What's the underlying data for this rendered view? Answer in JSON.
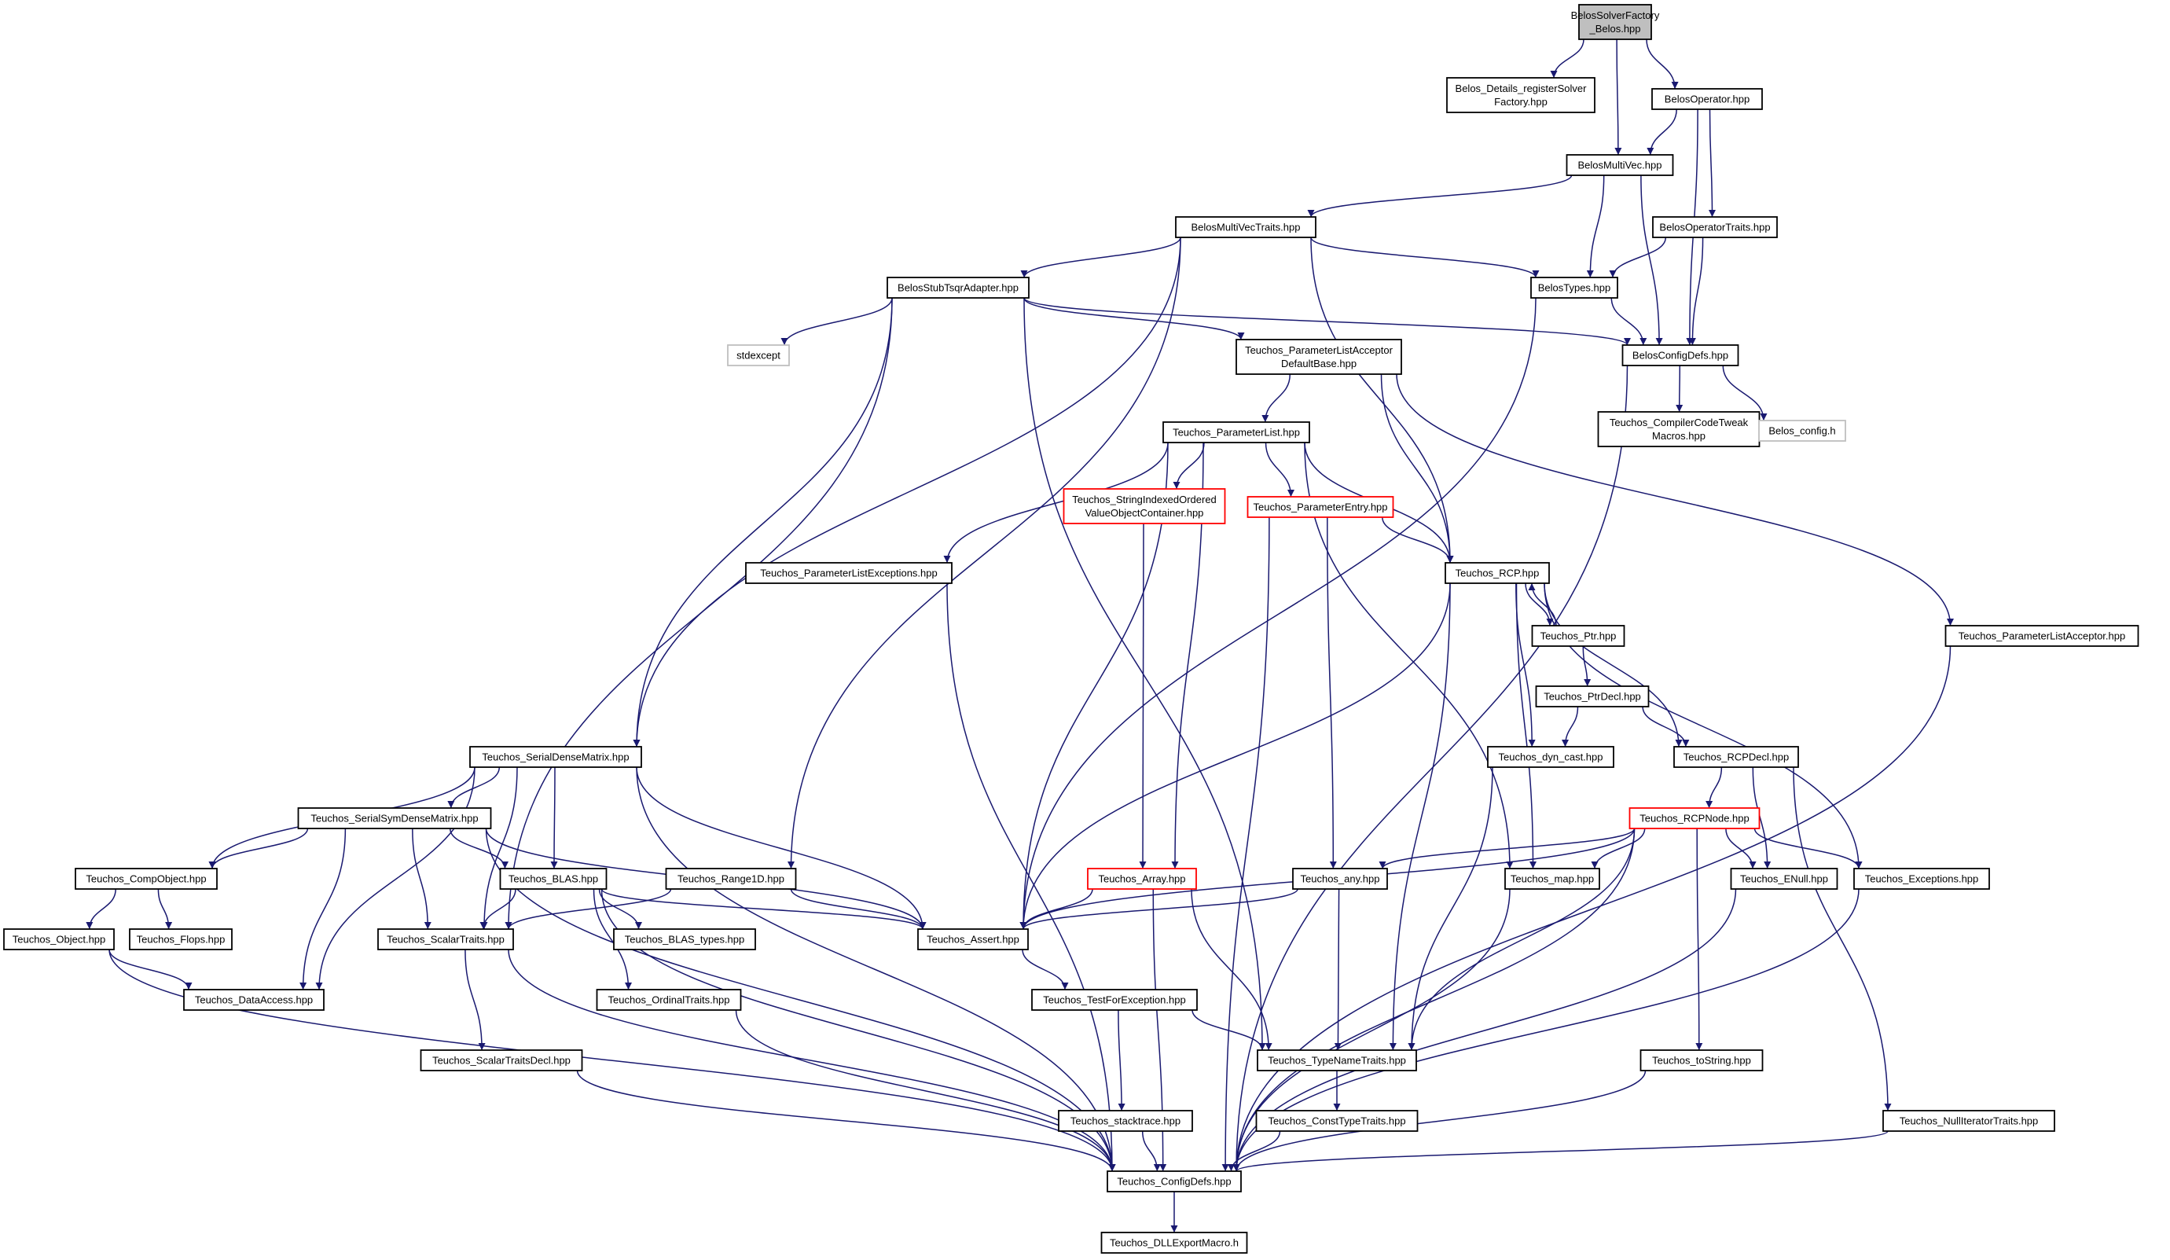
{
  "colors": {
    "edge": "#191970",
    "node_border": "#000000",
    "missing_border": "#bfbfbf",
    "truncated_border": "#ff0000",
    "root_fill": "#bfbfbf",
    "node_fill": "#ffffff",
    "missing_text": "#555555"
  },
  "graph": {
    "nodes": [
      {
        "id": "root",
        "lines": [
          "BelosSolverFactory",
          "_Belos.hpp"
        ],
        "style": "root"
      },
      {
        "id": "registerSolver",
        "lines": [
          "Belos_Details_registerSolver",
          "Factory.hpp"
        ],
        "style": "normal"
      },
      {
        "id": "BelosOperator",
        "lines": [
          "BelosOperator.hpp"
        ],
        "style": "normal"
      },
      {
        "id": "BelosMultiVec",
        "lines": [
          "BelosMultiVec.hpp"
        ],
        "style": "normal"
      },
      {
        "id": "BelosMultiVecTraits",
        "lines": [
          "BelosMultiVecTraits.hpp"
        ],
        "style": "normal"
      },
      {
        "id": "BelosOperatorTraits",
        "lines": [
          "BelosOperatorTraits.hpp"
        ],
        "style": "normal"
      },
      {
        "id": "BelosStubTsqrAdapter",
        "lines": [
          "BelosStubTsqrAdapter.hpp"
        ],
        "style": "normal"
      },
      {
        "id": "BelosTypes",
        "lines": [
          "BelosTypes.hpp"
        ],
        "style": "normal"
      },
      {
        "id": "stdexcept",
        "lines": [
          "stdexcept"
        ],
        "style": "missing"
      },
      {
        "id": "PLADefaultBase",
        "lines": [
          "Teuchos_ParameterListAcceptor",
          "DefaultBase.hpp"
        ],
        "style": "normal"
      },
      {
        "id": "BelosConfigDefs",
        "lines": [
          "BelosConfigDefs.hpp"
        ],
        "style": "normal"
      },
      {
        "id": "CompilerCodeTweak",
        "lines": [
          "Teuchos_CompilerCodeTweak",
          "Macros.hpp"
        ],
        "style": "normal"
      },
      {
        "id": "Belos_config",
        "lines": [
          "Belos_config.h"
        ],
        "style": "missing"
      },
      {
        "id": "ParameterList",
        "lines": [
          "Teuchos_ParameterList.hpp"
        ],
        "style": "normal"
      },
      {
        "id": "StringIndexed",
        "lines": [
          "Teuchos_StringIndexedOrdered",
          "ValueObjectContainer.hpp"
        ],
        "style": "truncated"
      },
      {
        "id": "ParameterEntry",
        "lines": [
          "Teuchos_ParameterEntry.hpp"
        ],
        "style": "truncated"
      },
      {
        "id": "PLExceptions",
        "lines": [
          "Teuchos_ParameterListExceptions.hpp"
        ],
        "style": "normal"
      },
      {
        "id": "RCP",
        "lines": [
          "Teuchos_RCP.hpp"
        ],
        "style": "normal"
      },
      {
        "id": "Ptr",
        "lines": [
          "Teuchos_Ptr.hpp"
        ],
        "style": "normal"
      },
      {
        "id": "PLAcceptor",
        "lines": [
          "Teuchos_ParameterListAcceptor.hpp"
        ],
        "style": "normal"
      },
      {
        "id": "PtrDecl",
        "lines": [
          "Teuchos_PtrDecl.hpp"
        ],
        "style": "normal"
      },
      {
        "id": "SerialDenseMatrix",
        "lines": [
          "Teuchos_SerialDenseMatrix.hpp"
        ],
        "style": "normal"
      },
      {
        "id": "dyn_cast",
        "lines": [
          "Teuchos_dyn_cast.hpp"
        ],
        "style": "normal"
      },
      {
        "id": "RCPDecl",
        "lines": [
          "Teuchos_RCPDecl.hpp"
        ],
        "style": "normal"
      },
      {
        "id": "SerialSym",
        "lines": [
          "Teuchos_SerialSymDenseMatrix.hpp"
        ],
        "style": "normal"
      },
      {
        "id": "RCPNode",
        "lines": [
          "Teuchos_RCPNode.hpp"
        ],
        "style": "truncated"
      },
      {
        "id": "CompObject",
        "lines": [
          "Teuchos_CompObject.hpp"
        ],
        "style": "normal"
      },
      {
        "id": "BLAS",
        "lines": [
          "Teuchos_BLAS.hpp"
        ],
        "style": "normal"
      },
      {
        "id": "Range1D",
        "lines": [
          "Teuchos_Range1D.hpp"
        ],
        "style": "normal"
      },
      {
        "id": "Array",
        "lines": [
          "Teuchos_Array.hpp"
        ],
        "style": "truncated"
      },
      {
        "id": "any",
        "lines": [
          "Teuchos_any.hpp"
        ],
        "style": "normal"
      },
      {
        "id": "map",
        "lines": [
          "Teuchos_map.hpp"
        ],
        "style": "normal"
      },
      {
        "id": "ENull",
        "lines": [
          "Teuchos_ENull.hpp"
        ],
        "style": "normal"
      },
      {
        "id": "Exceptions",
        "lines": [
          "Teuchos_Exceptions.hpp"
        ],
        "style": "normal"
      },
      {
        "id": "Object",
        "lines": [
          "Teuchos_Object.hpp"
        ],
        "style": "normal"
      },
      {
        "id": "Flops",
        "lines": [
          "Teuchos_Flops.hpp"
        ],
        "style": "normal"
      },
      {
        "id": "ScalarTraits",
        "lines": [
          "Teuchos_ScalarTraits.hpp"
        ],
        "style": "normal"
      },
      {
        "id": "BLAS_types",
        "lines": [
          "Teuchos_BLAS_types.hpp"
        ],
        "style": "normal"
      },
      {
        "id": "Assert",
        "lines": [
          "Teuchos_Assert.hpp"
        ],
        "style": "normal"
      },
      {
        "id": "DataAccess",
        "lines": [
          "Teuchos_DataAccess.hpp"
        ],
        "style": "normal"
      },
      {
        "id": "OrdinalTraits",
        "lines": [
          "Teuchos_OrdinalTraits.hpp"
        ],
        "style": "normal"
      },
      {
        "id": "TestForException",
        "lines": [
          "Teuchos_TestForException.hpp"
        ],
        "style": "normal"
      },
      {
        "id": "ScalarTraitsDecl",
        "lines": [
          "Teuchos_ScalarTraitsDecl.hpp"
        ],
        "style": "normal"
      },
      {
        "id": "TypeNameTraits",
        "lines": [
          "Teuchos_TypeNameTraits.hpp"
        ],
        "style": "normal"
      },
      {
        "id": "toString",
        "lines": [
          "Teuchos_toString.hpp"
        ],
        "style": "normal"
      },
      {
        "id": "stacktrace",
        "lines": [
          "Teuchos_stacktrace.hpp"
        ],
        "style": "normal"
      },
      {
        "id": "ConstTypeTraits",
        "lines": [
          "Teuchos_ConstTypeTraits.hpp"
        ],
        "style": "normal"
      },
      {
        "id": "NullIteratorTraits",
        "lines": [
          "Teuchos_NullIteratorTraits.hpp"
        ],
        "style": "normal"
      },
      {
        "id": "ConfigDefs",
        "lines": [
          "Teuchos_ConfigDefs.hpp"
        ],
        "style": "normal"
      },
      {
        "id": "DLLExport",
        "lines": [
          "Teuchos_DLLExportMacro.h"
        ],
        "style": "normal"
      }
    ],
    "edges": [
      [
        "root",
        "registerSolver"
      ],
      [
        "root",
        "BelosMultiVec"
      ],
      [
        "root",
        "BelosOperator"
      ],
      [
        "BelosOperator",
        "BelosMultiVec"
      ],
      [
        "BelosOperator",
        "BelosOperatorTraits"
      ],
      [
        "BelosOperator",
        "BelosConfigDefs"
      ],
      [
        "BelosMultiVec",
        "BelosMultiVecTraits"
      ],
      [
        "BelosMultiVec",
        "BelosTypes"
      ],
      [
        "BelosMultiVec",
        "BelosConfigDefs"
      ],
      [
        "BelosOperatorTraits",
        "BelosTypes"
      ],
      [
        "BelosOperatorTraits",
        "BelosConfigDefs"
      ],
      [
        "BelosMultiVecTraits",
        "BelosStubTsqrAdapter"
      ],
      [
        "BelosMultiVecTraits",
        "BelosTypes"
      ],
      [
        "BelosMultiVecTraits",
        "RCP"
      ],
      [
        "BelosMultiVecTraits",
        "SerialDenseMatrix"
      ],
      [
        "BelosMultiVecTraits",
        "Range1D"
      ],
      [
        "BelosStubTsqrAdapter",
        "stdexcept"
      ],
      [
        "BelosStubTsqrAdapter",
        "PLADefaultBase"
      ],
      [
        "BelosStubTsqrAdapter",
        "BelosConfigDefs"
      ],
      [
        "BelosStubTsqrAdapter",
        "SerialDenseMatrix"
      ],
      [
        "BelosStubTsqrAdapter",
        "ScalarTraits"
      ],
      [
        "BelosStubTsqrAdapter",
        "TypeNameTraits"
      ],
      [
        "BelosTypes",
        "BelosConfigDefs"
      ],
      [
        "BelosTypes",
        "Assert"
      ],
      [
        "BelosConfigDefs",
        "CompilerCodeTweak"
      ],
      [
        "BelosConfigDefs",
        "Belos_config"
      ],
      [
        "BelosConfigDefs",
        "ConfigDefs"
      ],
      [
        "PLADefaultBase",
        "ParameterList"
      ],
      [
        "PLADefaultBase",
        "RCP"
      ],
      [
        "PLADefaultBase",
        "PLAcceptor"
      ],
      [
        "ParameterList",
        "PLExceptions"
      ],
      [
        "ParameterList",
        "StringIndexed"
      ],
      [
        "ParameterList",
        "ParameterEntry"
      ],
      [
        "ParameterList",
        "RCP"
      ],
      [
        "ParameterList",
        "Array"
      ],
      [
        "ParameterList",
        "Assert"
      ],
      [
        "ParameterList",
        "map"
      ],
      [
        "StringIndexed",
        "Array"
      ],
      [
        "ParameterEntry",
        "RCP"
      ],
      [
        "ParameterEntry",
        "any"
      ],
      [
        "ParameterEntry",
        "ConfigDefs"
      ],
      [
        "PLExceptions",
        "ConfigDefs"
      ],
      [
        "RCP",
        "Ptr"
      ],
      [
        "RCP",
        "dyn_cast"
      ],
      [
        "RCP",
        "RCPDecl"
      ],
      [
        "RCP",
        "Exceptions"
      ],
      [
        "RCP",
        "map"
      ],
      [
        "RCP",
        "Assert"
      ],
      [
        "RCP",
        "TypeNameTraits"
      ],
      [
        "Ptr",
        "RCP"
      ],
      [
        "Ptr",
        "PtrDecl"
      ],
      [
        "PtrDecl",
        "dyn_cast"
      ],
      [
        "PtrDecl",
        "RCPDecl"
      ],
      [
        "dyn_cast",
        "TypeNameTraits"
      ],
      [
        "RCPDecl",
        "RCPNode"
      ],
      [
        "RCPDecl",
        "ENull"
      ],
      [
        "RCPDecl",
        "NullIteratorTraits"
      ],
      [
        "RCPNode",
        "any"
      ],
      [
        "RCPNode",
        "map"
      ],
      [
        "RCPNode",
        "ENull"
      ],
      [
        "RCPNode",
        "Exceptions"
      ],
      [
        "RCPNode",
        "Assert"
      ],
      [
        "RCPNode",
        "TypeNameTraits"
      ],
      [
        "RCPNode",
        "toString"
      ],
      [
        "RCPNode",
        "ConfigDefs"
      ],
      [
        "PLAcceptor",
        "ConfigDefs"
      ],
      [
        "SerialDenseMatrix",
        "SerialSym"
      ],
      [
        "SerialDenseMatrix",
        "CompObject"
      ],
      [
        "SerialDenseMatrix",
        "BLAS"
      ],
      [
        "SerialDenseMatrix",
        "ScalarTraits"
      ],
      [
        "SerialDenseMatrix",
        "DataAccess"
      ],
      [
        "SerialDenseMatrix",
        "Assert"
      ],
      [
        "SerialDenseMatrix",
        "ConfigDefs"
      ],
      [
        "SerialSym",
        "CompObject"
      ],
      [
        "SerialSym",
        "BLAS"
      ],
      [
        "SerialSym",
        "ScalarTraits"
      ],
      [
        "SerialSym",
        "DataAccess"
      ],
      [
        "SerialSym",
        "Assert"
      ],
      [
        "SerialSym",
        "ConfigDefs"
      ],
      [
        "CompObject",
        "Object"
      ],
      [
        "CompObject",
        "Flops"
      ],
      [
        "Object",
        "DataAccess"
      ],
      [
        "Object",
        "ConfigDefs"
      ],
      [
        "BLAS",
        "ScalarTraits"
      ],
      [
        "BLAS",
        "BLAS_types"
      ],
      [
        "BLAS",
        "OrdinalTraits"
      ],
      [
        "BLAS",
        "Assert"
      ],
      [
        "BLAS",
        "ConfigDefs"
      ],
      [
        "Range1D",
        "ScalarTraits"
      ],
      [
        "Range1D",
        "Assert"
      ],
      [
        "Array",
        "Assert"
      ],
      [
        "Array",
        "TypeNameTraits"
      ],
      [
        "Array",
        "ConfigDefs"
      ],
      [
        "any",
        "Assert"
      ],
      [
        "any",
        "TypeNameTraits"
      ],
      [
        "map",
        "ConfigDefs"
      ],
      [
        "ENull",
        "ConfigDefs"
      ],
      [
        "Exceptions",
        "ConfigDefs"
      ],
      [
        "ScalarTraits",
        "ScalarTraitsDecl"
      ],
      [
        "ScalarTraits",
        "ConfigDefs"
      ],
      [
        "ScalarTraitsDecl",
        "ConfigDefs"
      ],
      [
        "OrdinalTraits",
        "ConfigDefs"
      ],
      [
        "Assert",
        "TestForException"
      ],
      [
        "TestForException",
        "TypeNameTraits"
      ],
      [
        "TestForException",
        "stacktrace"
      ],
      [
        "TypeNameTraits",
        "ConstTypeTraits"
      ],
      [
        "ConstTypeTraits",
        "ConfigDefs"
      ],
      [
        "stacktrace",
        "ConfigDefs"
      ],
      [
        "toString",
        "ConfigDefs"
      ],
      [
        "NullIteratorTraits",
        "ConfigDefs"
      ],
      [
        "ConfigDefs",
        "DLLExport"
      ]
    ]
  }
}
